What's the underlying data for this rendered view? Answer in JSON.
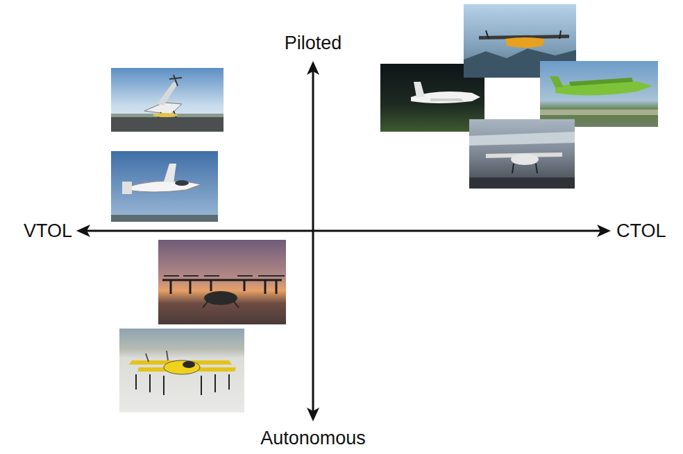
{
  "diagram": {
    "labels": [
      "Piloted",
      "VTOL",
      "CTOL",
      "Autonomous"
    ]
  }
}
